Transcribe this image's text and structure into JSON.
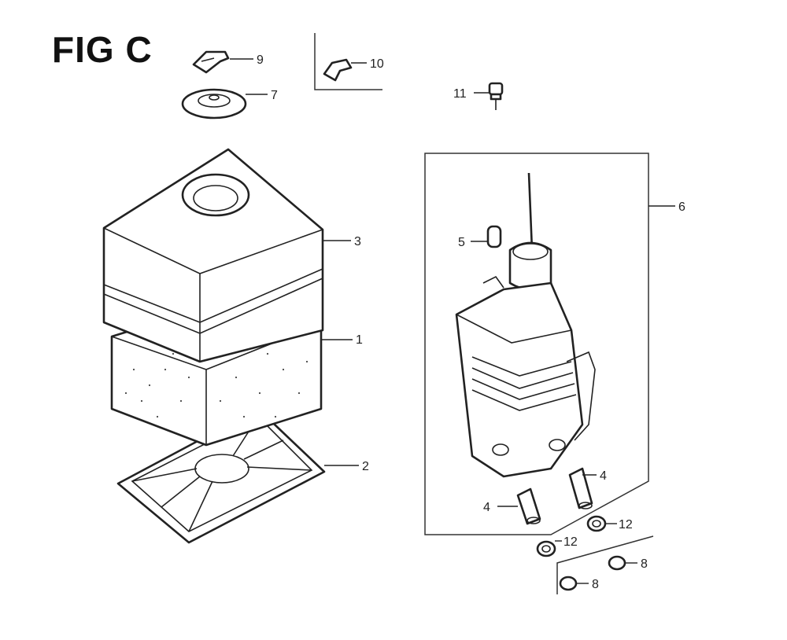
{
  "figure": {
    "title": "FIG C",
    "callouts": {
      "c1": "1",
      "c2": "2",
      "c3": "3",
      "c4a": "4",
      "c4b": "4",
      "c5": "5",
      "c6": "6",
      "c7": "7",
      "c8a": "8",
      "c8b": "8",
      "c9": "9",
      "c10": "10",
      "c11": "11",
      "c12a": "12",
      "c12b": "12"
    }
  }
}
